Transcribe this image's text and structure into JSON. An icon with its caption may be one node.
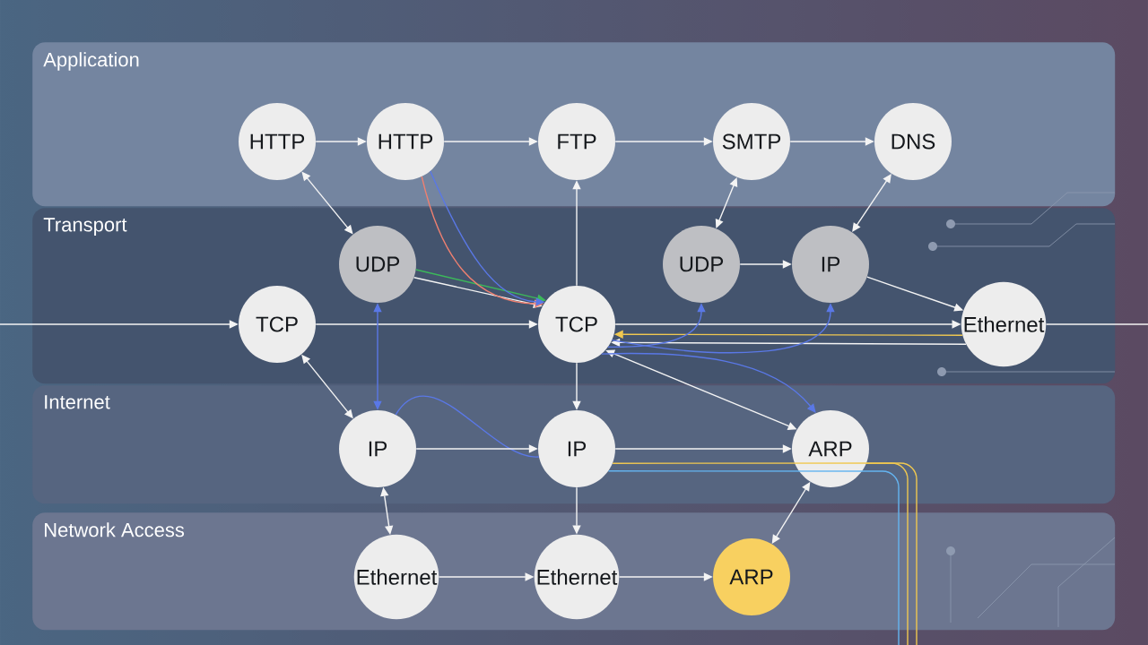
{
  "diagram": {
    "nodes": [
      {
        "text": [
          "Application"
        ]
      },
      {
        "text": [
          "HTTP"
        ],
        "in": 0
      },
      {
        "text": [
          "HTTP"
        ],
        "in": 0
      },
      {
        "text": [
          "FTP"
        ],
        "in": 0
      },
      {
        "text": [
          "SMTP"
        ],
        "in": 0
      },
      {
        "text": [
          "DNS"
        ],
        "in": 0
      },
      {
        "text": [
          "Transport"
        ]
      },
      {
        "text": [
          "UDP"
        ],
        "in": 6
      },
      {
        "text": [
          "UDP"
        ],
        "in": 6
      },
      {
        "text": [
          "IP"
        ],
        "in": 6
      },
      {
        "text": [
          "TCP"
        ],
        "in": 6
      },
      {
        "text": [
          "TCP"
        ],
        "in": 6
      },
      {
        "text": [
          "Ethernet"
        ],
        "in": 6
      },
      {
        "text": [
          "Internet"
        ]
      },
      {
        "text": [
          "IP"
        ],
        "in": 13
      },
      {
        "text": [
          "IP"
        ],
        "in": 13
      },
      {
        "text": [
          "ARP"
        ],
        "in": 13
      },
      {
        "text": [
          "Network Access"
        ]
      },
      {
        "text": [
          "Ethernet"
        ],
        "in": 17
      },
      {
        "text": [
          "Ethernet"
        ],
        "in": 17
      },
      {
        "text": [
          "ARP"
        ],
        "in": 17
      }
    ],
    "edges": [
      {
        "from": 1,
        "to": 2,
        "arrow": "to"
      },
      {
        "from": 2,
        "to": 3,
        "arrow": "to"
      },
      {
        "from": 3,
        "to": 4,
        "arrow": "to"
      },
      {
        "from": 4,
        "to": 5,
        "arrow": "to"
      },
      {
        "from": 1,
        "to": 7,
        "arrow": "both"
      },
      {
        "from": 4,
        "to": 8,
        "arrow": "both"
      },
      {
        "from": 5,
        "to": 9,
        "arrow": "both"
      },
      {
        "from": 8,
        "to": 9,
        "arrow": "to"
      },
      {
        "from": 9,
        "to": 12,
        "arrow": "to"
      },
      {
        "from": null,
        "to": 10,
        "arrow": "to"
      },
      {
        "from": 10,
        "to": 11,
        "arrow": "to"
      },
      {
        "from": 7,
        "to": 11,
        "arrow": "to"
      },
      {
        "from": 7,
        "to": 11,
        "arrow": "to",
        "color": "#3cb95a"
      },
      {
        "from": 2,
        "to": 11,
        "arrow": "to",
        "color": "#f08070"
      },
      {
        "from": 2,
        "to": 11,
        "arrow": "to",
        "color": "#5a78e6"
      },
      {
        "from": 11,
        "to": 3,
        "arrow": "to"
      },
      {
        "from": 11,
        "to": 12,
        "arrow": "to"
      },
      {
        "from": 12,
        "to": null,
        "arrow": "none"
      },
      {
        "from": 12,
        "to": 11,
        "arrow": "to",
        "color": "#f0c850"
      },
      {
        "from": 12,
        "to": 11,
        "arrow": "to"
      },
      {
        "from": 16,
        "to": 11,
        "arrow": "both"
      },
      {
        "from": 11,
        "to": 16,
        "arrow": "to",
        "color": "#5a78e6"
      },
      {
        "from": 11,
        "to": 8,
        "arrow": "to",
        "color": "#5a78e6"
      },
      {
        "from": 11,
        "to": 9,
        "arrow": "to",
        "color": "#5a78e6"
      },
      {
        "from": 11,
        "to": 15,
        "arrow": "to"
      },
      {
        "from": 10,
        "to": 14,
        "arrow": "both"
      },
      {
        "from": 14,
        "to": 7,
        "arrow": "both",
        "color": "#5a78e6"
      },
      {
        "from": 14,
        "to": 15,
        "arrow": "none",
        "color": "#5a78e6"
      },
      {
        "from": 14,
        "to": 15,
        "arrow": "to"
      },
      {
        "from": 15,
        "to": 16,
        "arrow": "to"
      },
      {
        "from": 15,
        "to": null,
        "arrow": "none",
        "color": "#f0c850"
      },
      {
        "from": 16,
        "to": null,
        "arrow": "none",
        "color": "#f0c850"
      },
      {
        "from": 15,
        "to": null,
        "arrow": "none",
        "color": "#64b4f0"
      },
      {
        "from": 14,
        "to": 18,
        "arrow": "both"
      },
      {
        "from": 15,
        "to": 19,
        "arrow": "to"
      },
      {
        "from": 18,
        "to": 19,
        "arrow": "to"
      },
      {
        "from": 19,
        "to": 20,
        "arrow": "to"
      },
      {
        "from": 20,
        "to": 16,
        "arrow": "both"
      }
    ]
  }
}
